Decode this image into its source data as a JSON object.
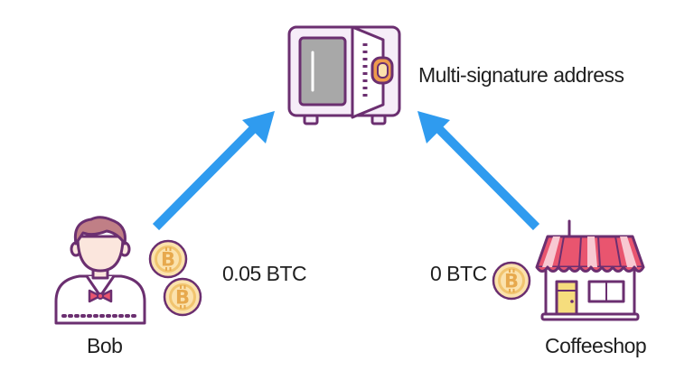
{
  "vault": {
    "label": "Multi-signature address"
  },
  "bob": {
    "name": "Bob",
    "amount": "0.05 BTC"
  },
  "coffeeshop": {
    "name": "Coffeeshop",
    "amount": "0 BTC"
  },
  "icons": {
    "vault": "safe-icon",
    "bob": "person-icon",
    "coffeeshop": "shop-icon",
    "coin": "bitcoin-coin-icon",
    "arrow": "arrow-up-icon"
  },
  "colors": {
    "outline": "#6b2f70",
    "arrow": "#2f9bef",
    "coin_fill": "#fbe2ad",
    "coin_ring": "#f1c46f",
    "awning_red": "#e9556f",
    "awning_light": "#f8c9d2",
    "door": "#f6dd7d",
    "vault_grey": "#a8a8a8",
    "vault_dial": "#ee9b4c"
  }
}
